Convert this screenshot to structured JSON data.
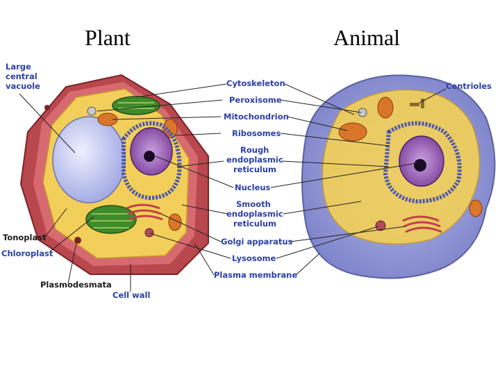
{
  "titles": {
    "plant": "Plant",
    "animal": "Animal"
  },
  "plant_labels": {
    "large_central_vacuole": [
      "Large",
      "central",
      "vacuole"
    ],
    "tonoplast": "Tonoplast",
    "chloroplast": "Chloroplast",
    "plasmodesmata": "Plasmodesmata",
    "cell_wall": "Cell wall"
  },
  "shared_labels": {
    "cytoskeleton": "Cytoskeleton",
    "peroxisome": "Peroxisome",
    "mitochondrion": "Mitochondrion",
    "ribosomes": "Ribosomes",
    "rough_er": [
      "Rough",
      "endoplasmic",
      "reticulum"
    ],
    "nucleus": "Nucleus",
    "smooth_er": [
      "Smooth",
      "endoplasmic",
      "reticulum"
    ],
    "golgi": "Golgi apparatus",
    "lysosome": "Lysosome",
    "plasma_membrane": "Plasma membrane"
  },
  "animal_labels": {
    "centrioles": "Centrioles"
  },
  "colors": {
    "label_text": "#2a3fa8",
    "cell_wall": "#c8545a",
    "cytoplasm": "#f2cf5a",
    "vacuole": "#c7ccf2",
    "chloroplast": "#3f8a2a",
    "mitochondrion": "#d9762a",
    "nucleus": "#8a4aa8",
    "animal_membrane": "#8a8fd0"
  }
}
